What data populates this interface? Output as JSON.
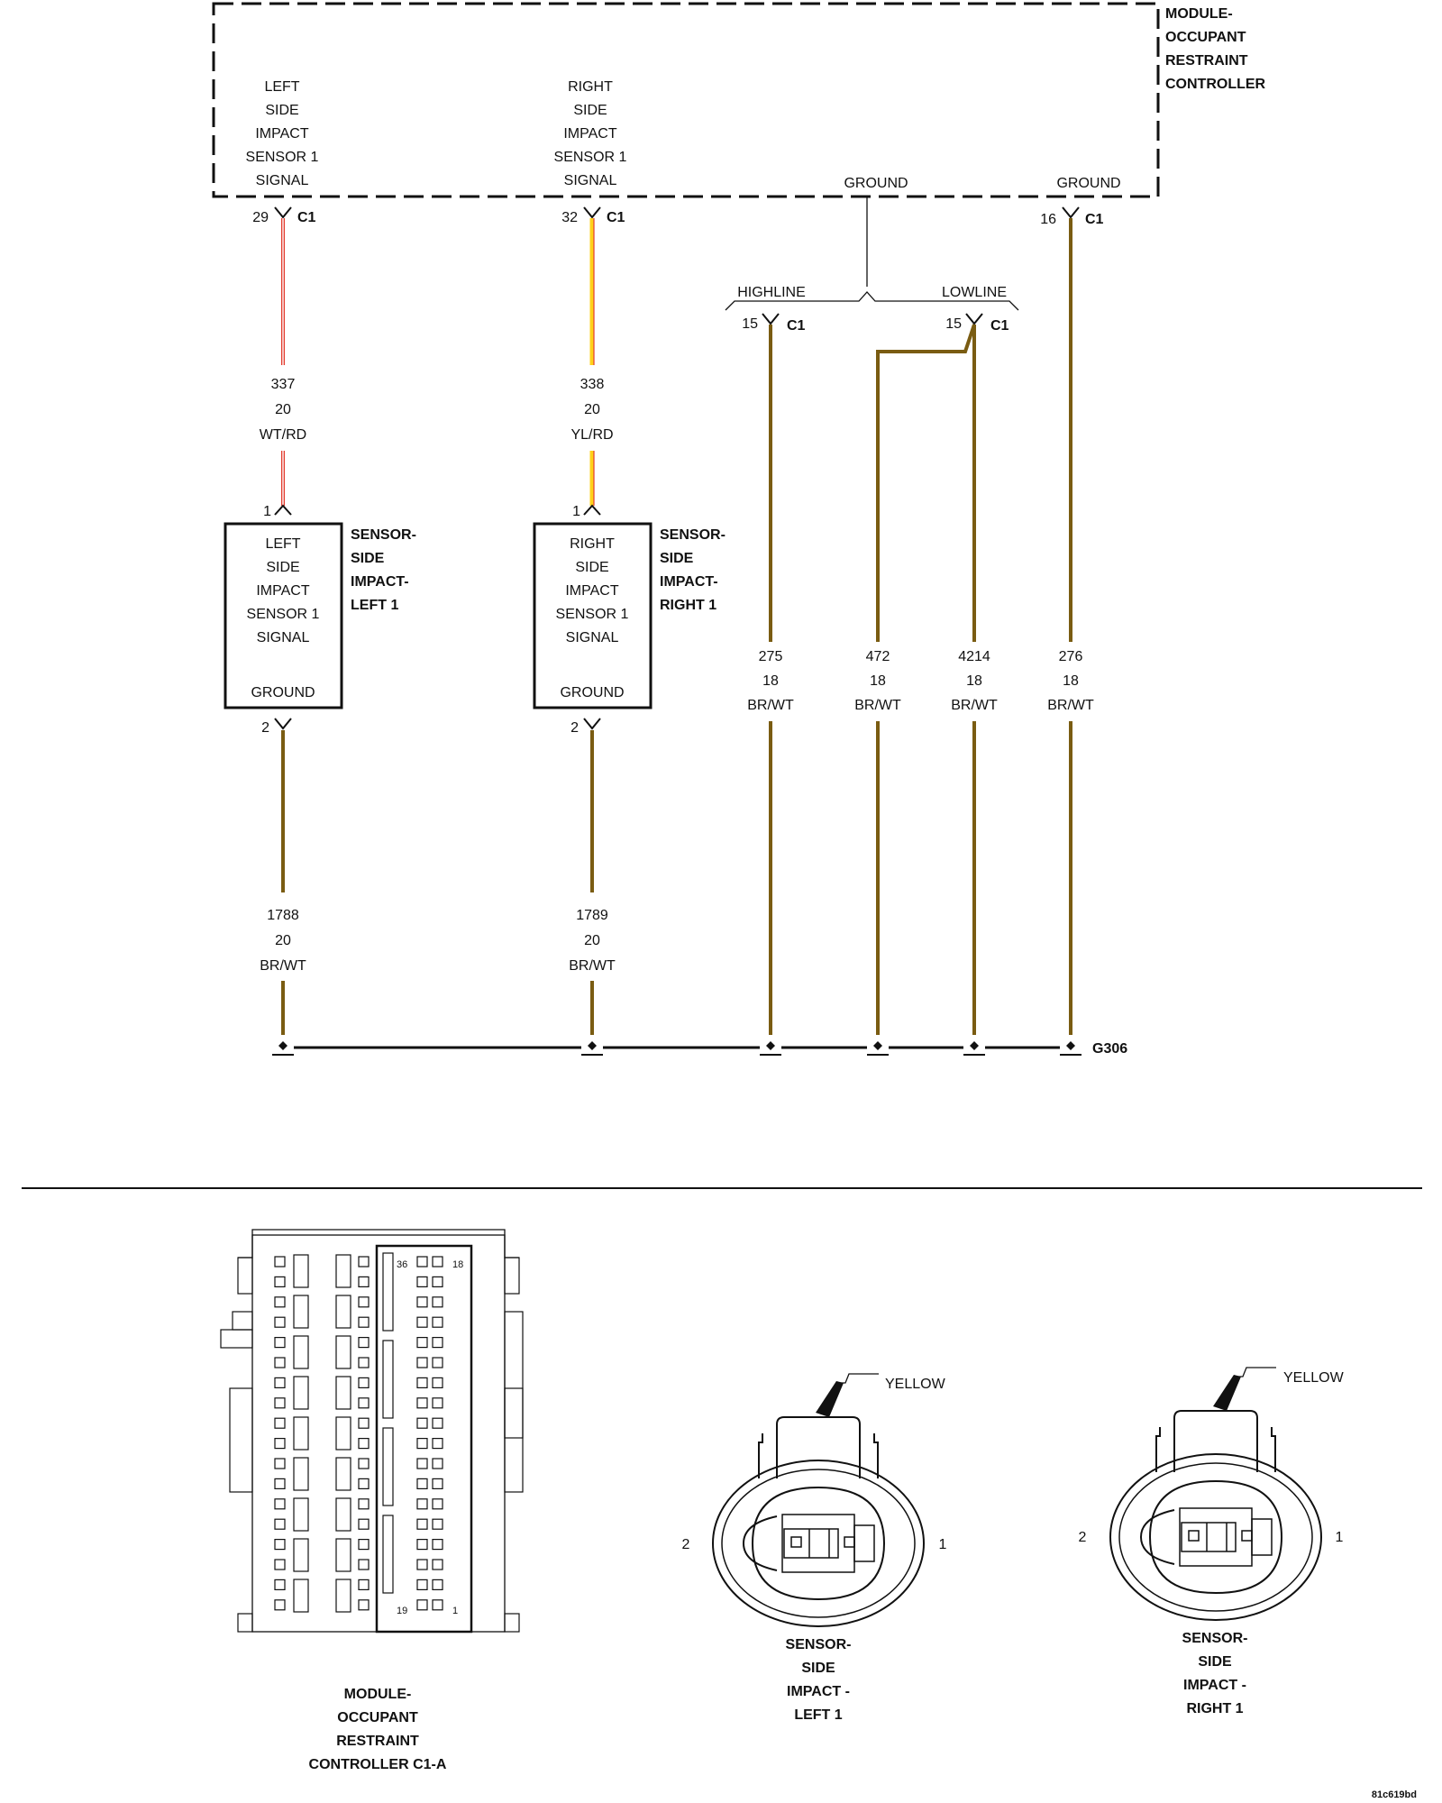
{
  "diagram_id": "81c619bd",
  "colors": {
    "brown": "#7a5c12",
    "white": "#ffffff",
    "red": "#e23b2e",
    "yellow": "#ffd21a",
    "ink": "#111111"
  },
  "module": {
    "title_lines": [
      "MODULE-",
      "OCCUPANT",
      "RESTRAINT",
      "CONTROLLER"
    ],
    "left_signal_lines": [
      "LEFT",
      "SIDE",
      "IMPACT",
      "SENSOR 1",
      "SIGNAL"
    ],
    "right_signal_lines": [
      "RIGHT",
      "SIDE",
      "IMPACT",
      "SENSOR 1",
      "SIGNAL"
    ],
    "ground_label": "GROUND",
    "ground2_label": "GROUND"
  },
  "pins": {
    "left_signal": {
      "pin": "29",
      "conn": "C1"
    },
    "right_signal": {
      "pin": "32",
      "conn": "C1"
    },
    "ground_right": {
      "pin": "16",
      "conn": "C1"
    },
    "highline": {
      "label": "HIGHLINE",
      "pin": "15",
      "conn": "C1"
    },
    "lowline": {
      "label": "LOWLINE",
      "pin": "15",
      "conn": "C1"
    }
  },
  "wires": {
    "w337": {
      "circuit": "337",
      "gauge": "20",
      "color": "WT/RD"
    },
    "w338": {
      "circuit": "338",
      "gauge": "20",
      "color": "YL/RD"
    },
    "w275": {
      "circuit": "275",
      "gauge": "18",
      "color": "BR/WT"
    },
    "w472": {
      "circuit": "472",
      "gauge": "18",
      "color": "BR/WT"
    },
    "w4214": {
      "circuit": "4214",
      "gauge": "18",
      "color": "BR/WT"
    },
    "w276": {
      "circuit": "276",
      "gauge": "18",
      "color": "BR/WT"
    },
    "w1788": {
      "circuit": "1788",
      "gauge": "20",
      "color": "BR/WT"
    },
    "w1789": {
      "circuit": "1789",
      "gauge": "20",
      "color": "BR/WT"
    }
  },
  "sensor_left": {
    "title_lines": [
      "SENSOR-",
      "SIDE",
      "IMPACT-",
      "LEFT 1"
    ],
    "signal_lines": [
      "LEFT",
      "SIDE",
      "IMPACT",
      "SENSOR 1",
      "SIGNAL"
    ],
    "ground_label": "GROUND",
    "pin_top": "1",
    "pin_bottom": "2"
  },
  "sensor_right": {
    "title_lines": [
      "SENSOR-",
      "SIDE",
      "IMPACT-",
      "RIGHT 1"
    ],
    "signal_lines": [
      "RIGHT",
      "SIDE",
      "IMPACT",
      "SENSOR 1",
      "SIGNAL"
    ],
    "ground_label": "GROUND",
    "pin_top": "1",
    "pin_bottom": "2"
  },
  "ground_point": "G306",
  "connector_c1a": {
    "pin_labels": {
      "tl": "36",
      "tr": "18",
      "bl": "19",
      "br": "1"
    },
    "caption_lines": [
      "MODULE-",
      "OCCUPANT",
      "RESTRAINT",
      "CONTROLLER C1-A"
    ]
  },
  "connector_left": {
    "color_label": "YELLOW",
    "pin_left": "2",
    "pin_right": "1",
    "caption_lines": [
      "SENSOR-",
      "SIDE",
      "IMPACT -",
      "LEFT 1"
    ]
  },
  "connector_right": {
    "color_label": "YELLOW",
    "pin_left": "2",
    "pin_right": "1",
    "caption_lines": [
      "SENSOR-",
      "SIDE",
      "IMPACT -",
      "RIGHT 1"
    ]
  }
}
